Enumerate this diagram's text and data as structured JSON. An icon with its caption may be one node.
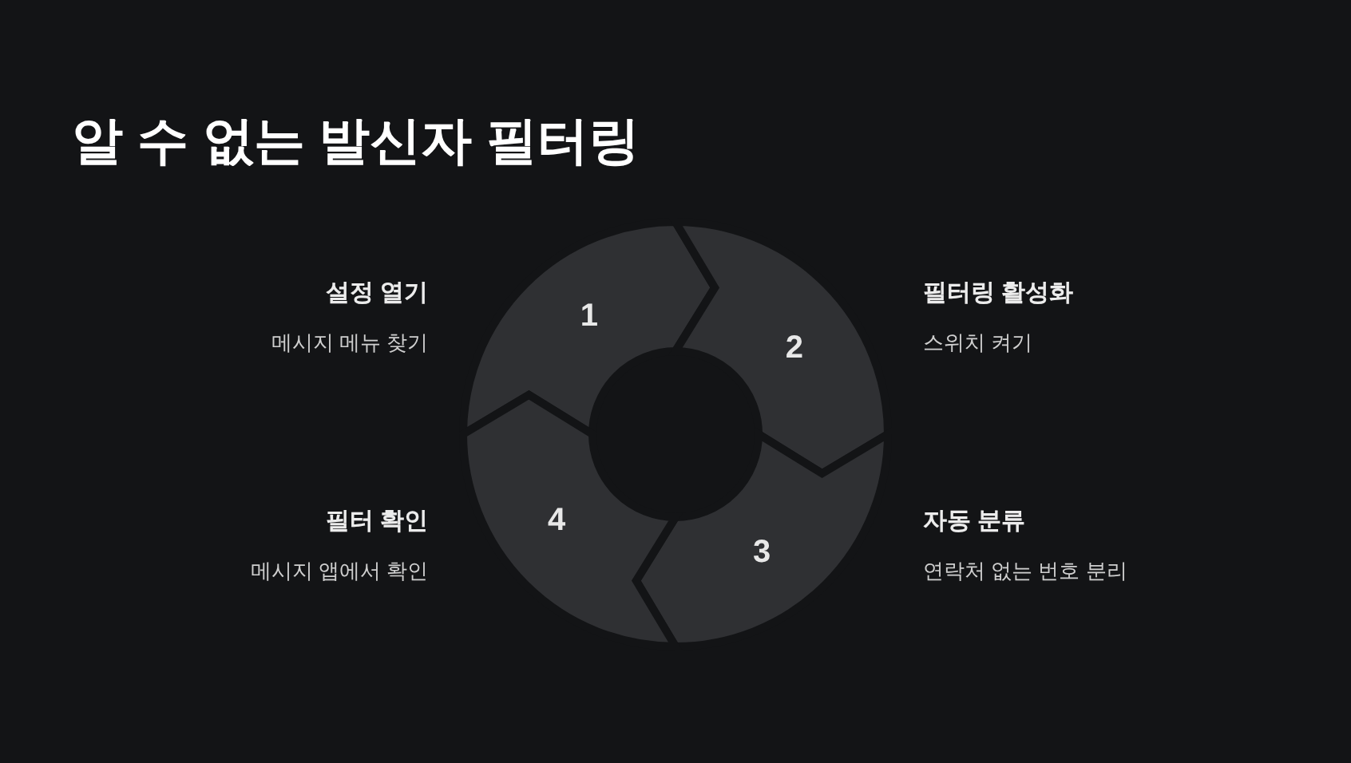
{
  "diagram": {
    "title": "알 수 없는 발신자 필터링",
    "nodes": [
      {
        "text": [
          "1"
        ],
        "beside": [
          "설정 열기",
          "메시지 메뉴 찾기"
        ]
      },
      {
        "text": [
          "2"
        ],
        "beside": [
          "필터링 활성화",
          "스위치 켜기"
        ]
      },
      {
        "text": [
          "3"
        ],
        "beside": [
          "자동 분류",
          "연락처 없는 번호 분리"
        ]
      },
      {
        "text": [
          "4"
        ],
        "beside": [
          "필터 확인",
          "메시지 앱에서 확인"
        ]
      }
    ]
  }
}
